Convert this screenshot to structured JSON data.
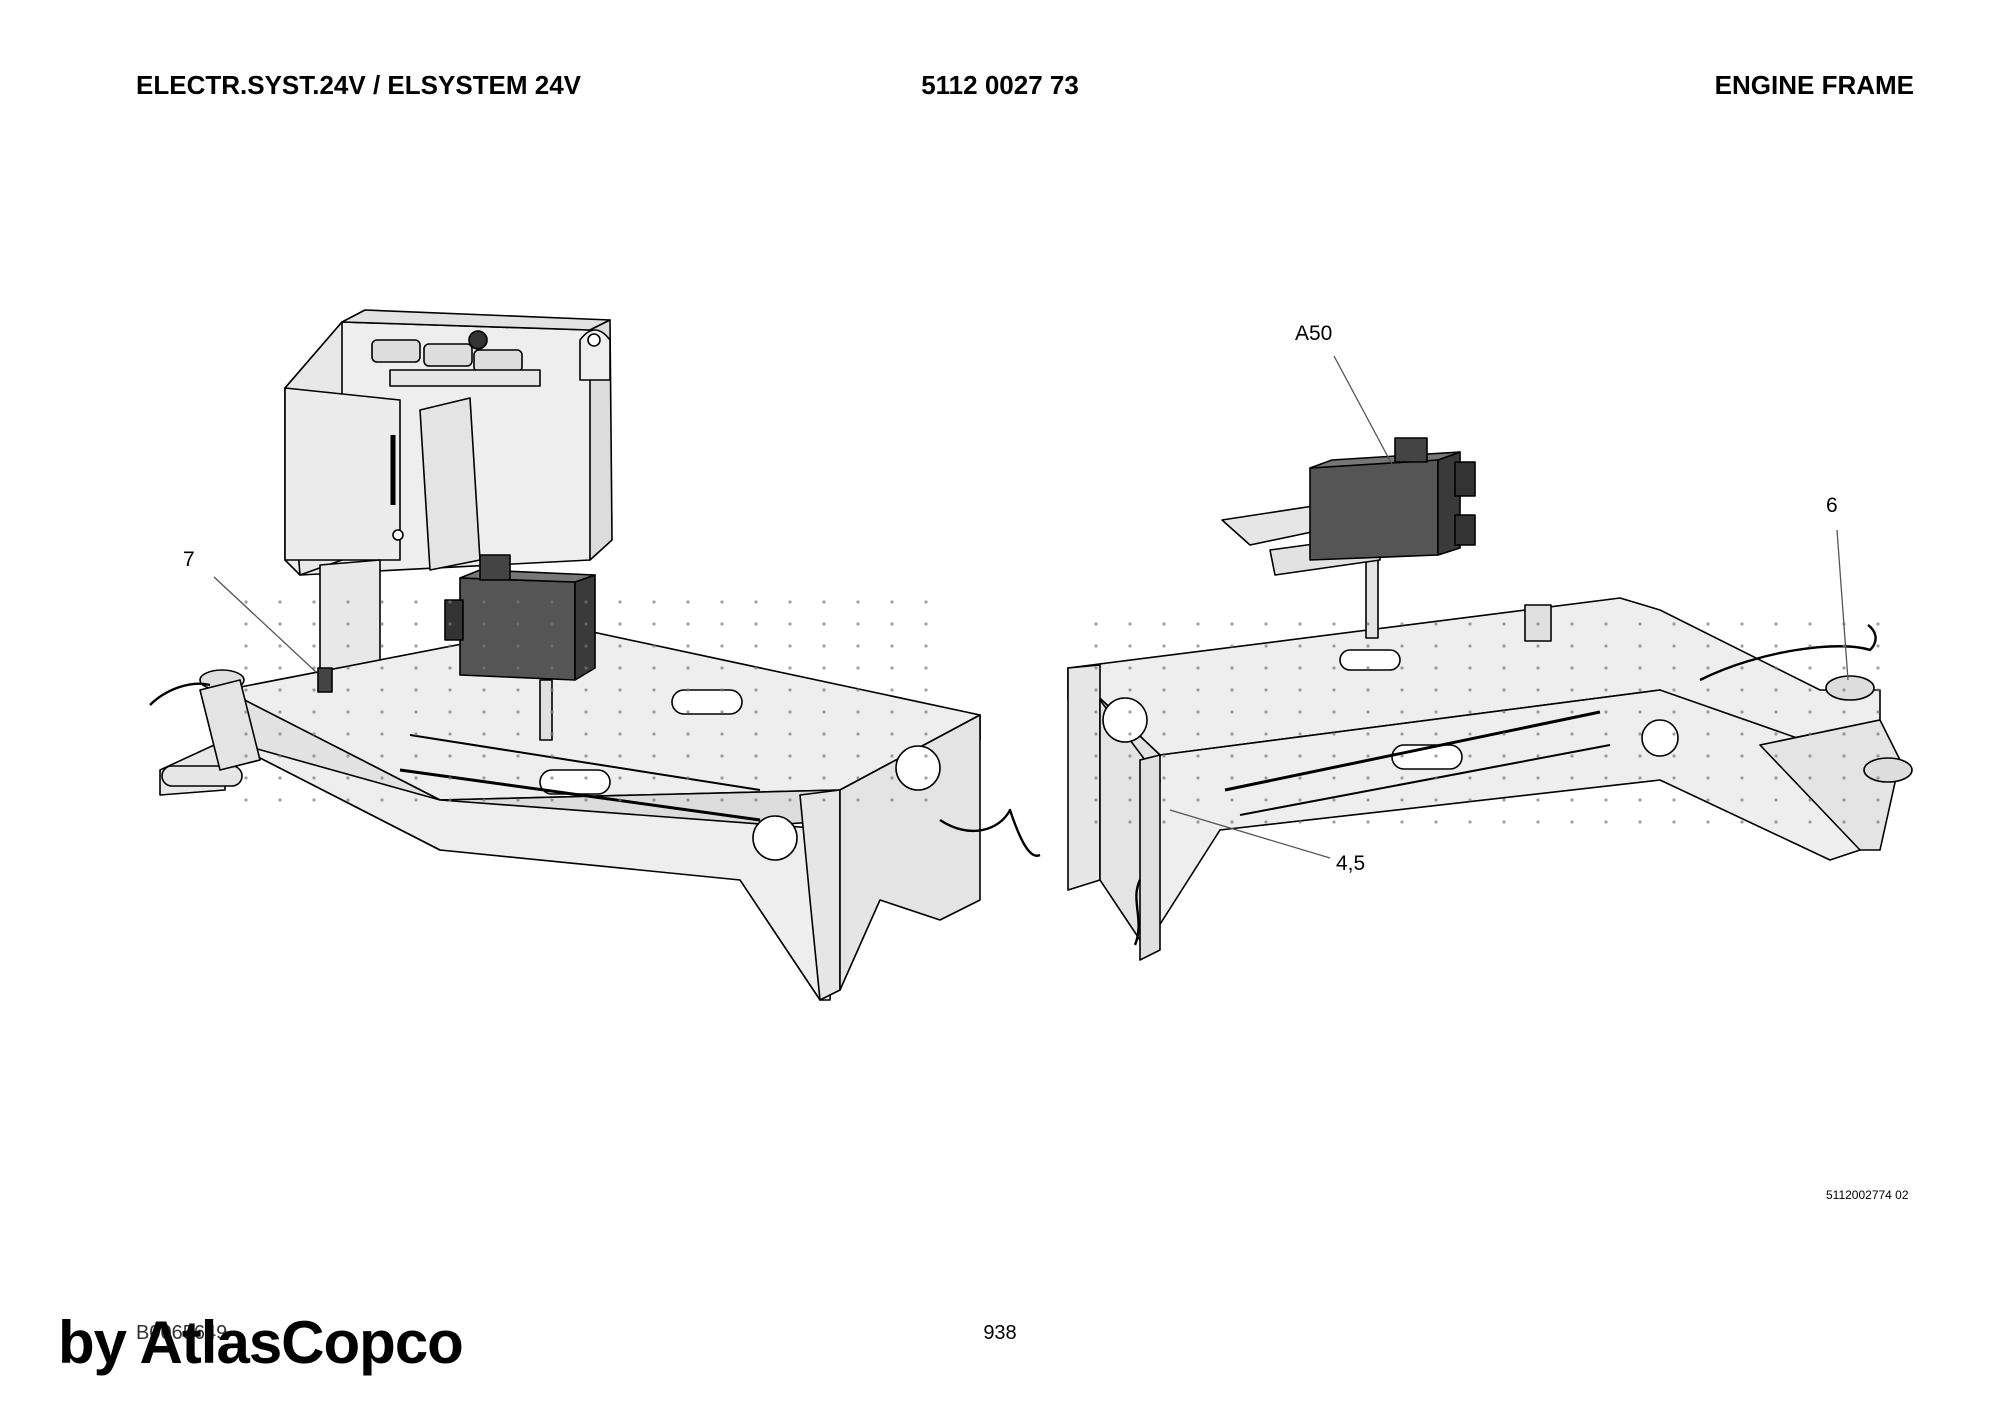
{
  "header": {
    "left": "ELECTR.SYST.24V / ELSYSTEM 24V",
    "center": "5112 0027 73",
    "right": "ENGINE FRAME"
  },
  "callouts": [
    "7",
    "A50",
    "6",
    "4,5"
  ],
  "drawing_ref": "5112002774 02",
  "doc_code": "B0065649",
  "page_number": "938",
  "watermark": "by AtlasCopco",
  "colors": {
    "frame_fill": "#eeeeee",
    "module_fill": "#555555",
    "line": "#000000"
  }
}
